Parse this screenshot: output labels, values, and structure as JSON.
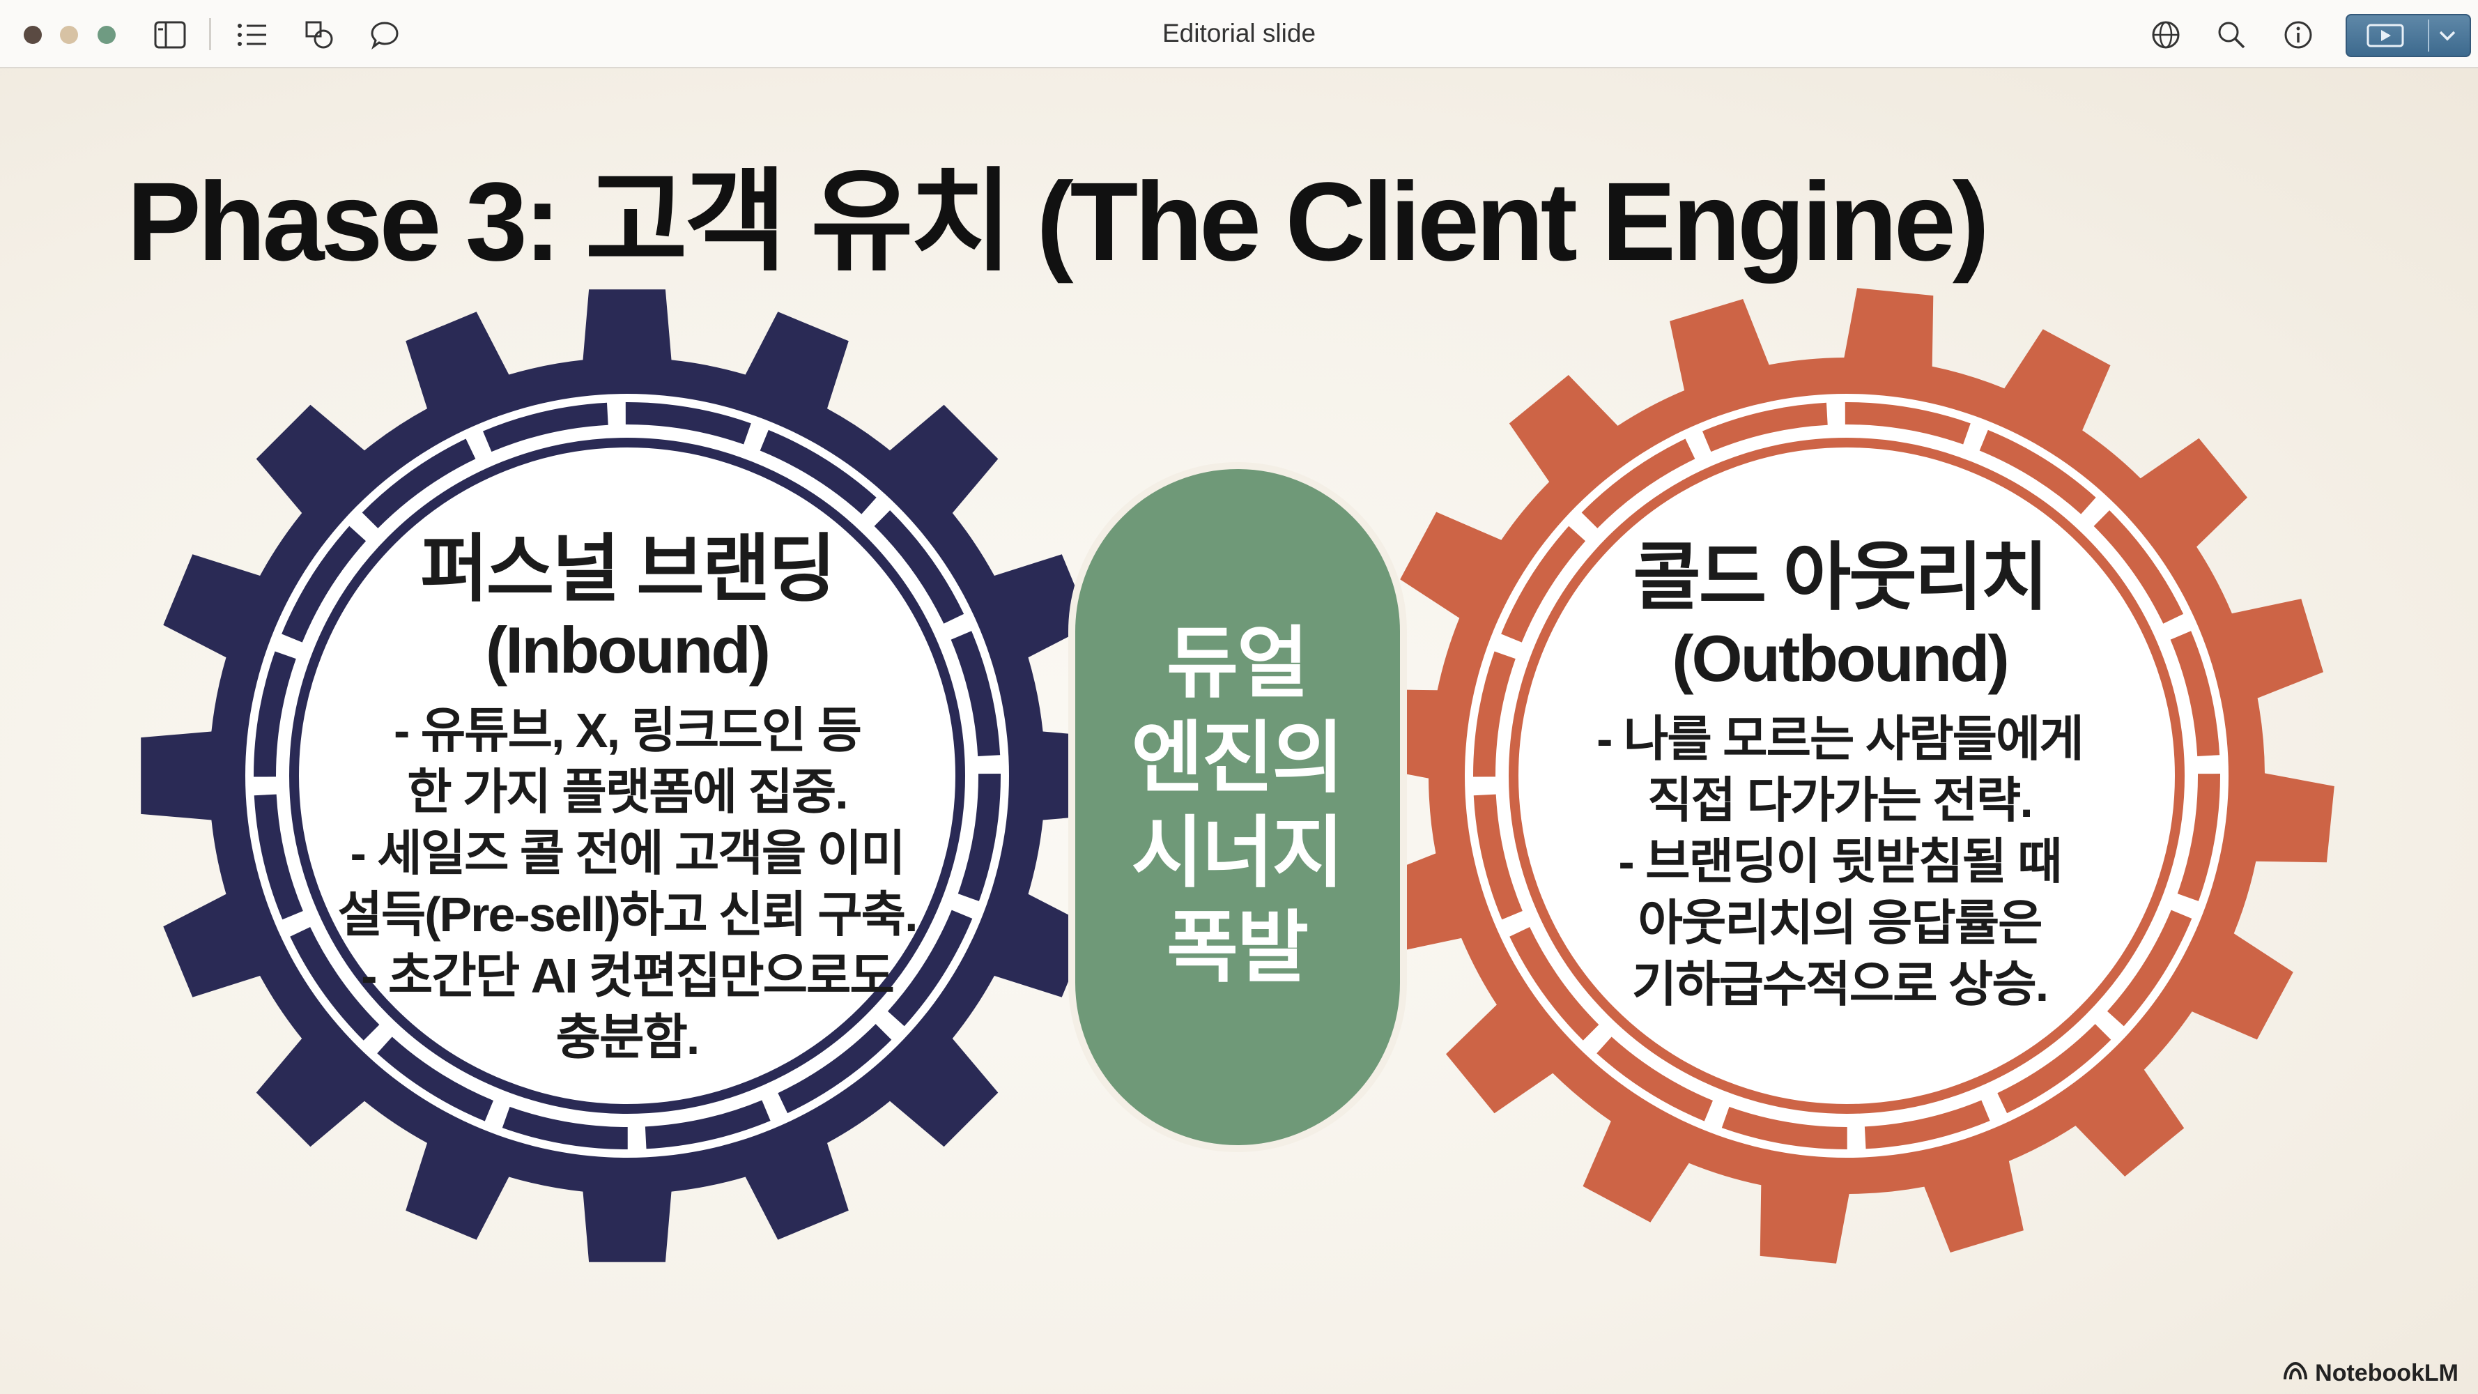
{
  "window": {
    "title": "Editorial slide"
  },
  "toolbar": {
    "icons": [
      "sidebar-toggle-icon",
      "list-icon",
      "shapes-icon",
      "comment-icon",
      "globe-icon",
      "search-icon",
      "info-icon",
      "play-icon",
      "chevron-down-icon"
    ]
  },
  "colors": {
    "navy_gear": "#2a2a55",
    "orange_gear": "#cd6446",
    "green_capsule": "#6f9978",
    "title_text": "#111111"
  },
  "slide": {
    "title": "Phase 3: 고객 유치 (The Client Engine)",
    "left_gear": {
      "heading": "퍼스널 브랜딩",
      "subheading": "(Inbound)",
      "bullets": [
        "- 유튜브, X, 링크드인 등",
        "한 가지 플랫폼에 집중.",
        "- 세일즈 콜 전에 고객을 이미",
        "설득(Pre-sell)하고 신뢰 구축.",
        "- 초간단 AI 컷편집만으로도",
        "충분함."
      ]
    },
    "center": {
      "lines": [
        "듀얼",
        "엔진의",
        "시너지",
        "폭발"
      ]
    },
    "right_gear": {
      "heading": "콜드 아웃리치",
      "subheading": "(Outbound)",
      "bullets": [
        "- 나를 모르는 사람들에게",
        "직접 다가가는 전략.",
        "- 브랜딩이 뒷받침될 때",
        "아웃리치의 응답률은",
        "기하급수적으로 상승."
      ]
    },
    "watermark": "NotebookLM"
  }
}
